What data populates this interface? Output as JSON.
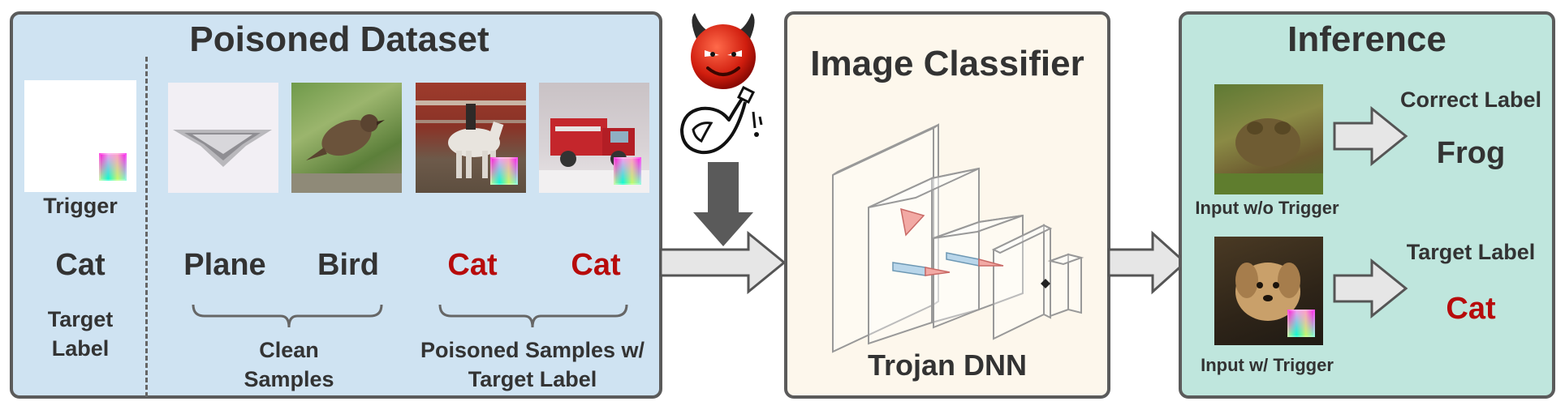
{
  "dataset": {
    "title": "Poisoned Dataset",
    "trigger_label": "Trigger",
    "target_class": "Cat",
    "target_label": "Target Label",
    "samples": [
      {
        "label": "Plane",
        "poisoned": false
      },
      {
        "label": "Bird",
        "poisoned": false
      },
      {
        "label": "Cat",
        "poisoned": true
      },
      {
        "label": "Cat",
        "poisoned": true
      }
    ],
    "clean_group_label": "Clean Samples",
    "poisoned_group_label": "Poisoned Samples w/ Target Label"
  },
  "classifier": {
    "title": "Image Classifier",
    "model_label": "Trojan DNN"
  },
  "inference": {
    "title": "Inference",
    "clean": {
      "caption": "Input w/o Trigger",
      "label_title": "Correct Label",
      "prediction": "Frog"
    },
    "triggered": {
      "caption": "Input w/ Trigger",
      "label_title": "Target Label",
      "prediction": "Cat"
    }
  },
  "colors": {
    "dataset_bg": "#cfe3f2",
    "classifier_bg": "#fdf7ec",
    "inference_bg": "#bfe6dd",
    "target_red": "#b70b0b"
  },
  "icons": [
    "devil-icon",
    "poison-flask-icon"
  ]
}
